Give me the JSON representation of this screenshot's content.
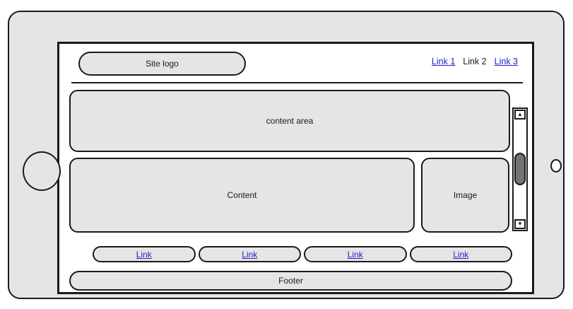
{
  "device": {
    "name": "tablet-wireframe",
    "home_button": "home-button",
    "camera": "camera-dot"
  },
  "colors": {
    "box_fill": "#e5e5e5",
    "outline": "#1a1a1a",
    "screen_bg": "#ffffff",
    "link": "#2222cc",
    "scroll_thumb": "#737373"
  },
  "header": {
    "logo_label": "Site logo",
    "nav": [
      {
        "label": "Link 1",
        "is_link": true
      },
      {
        "label": "Link 2",
        "is_link": false
      },
      {
        "label": "Link 3",
        "is_link": true
      }
    ]
  },
  "main": {
    "content_area_label": "content area",
    "content_label": "Content",
    "image_label": "Image"
  },
  "scrollbar": {
    "up_arrow": "▲",
    "down_arrow": "▼",
    "thumb_name": "scroll-thumb"
  },
  "link_row": [
    {
      "label": "Link"
    },
    {
      "label": "Link"
    },
    {
      "label": "Link"
    },
    {
      "label": "Link"
    }
  ],
  "footer": {
    "label": "Footer"
  }
}
